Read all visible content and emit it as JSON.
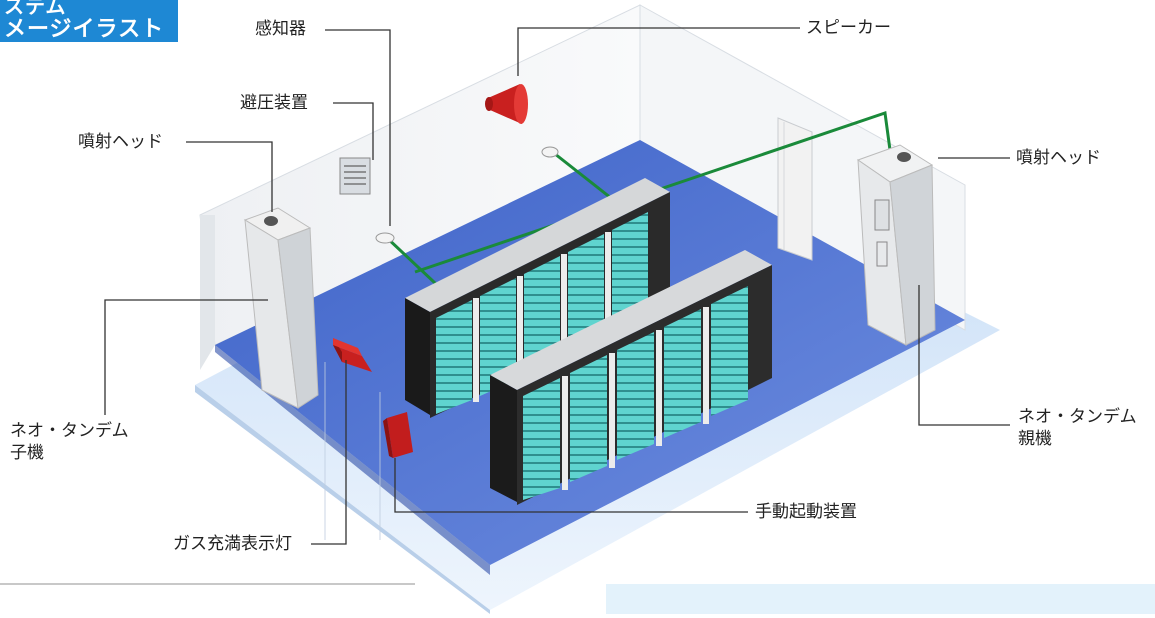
{
  "badge": {
    "line1": "ステム",
    "line2": "メージイラスト"
  },
  "labels": {
    "detector": "感知器",
    "speaker": "スピーカー",
    "pressure_relief": "避圧装置",
    "nozzle_left": "噴射ヘッド",
    "nozzle_right": "噴射ヘッド",
    "child_unit_line1": "ネオ・タンデム",
    "child_unit_line2": "子機",
    "parent_unit_line1": "ネオ・タンデム",
    "parent_unit_line2": "親機",
    "manual_start": "手動起動装置",
    "gas_lamp": "ガス充満表示灯"
  },
  "colors": {
    "badge": "#1e88d4",
    "floor": "#4a6fd0",
    "pipe": "#1a8a3a",
    "speaker": "#d42a2a",
    "rack_glass": "#6fd7d2",
    "leader": "#333333"
  }
}
